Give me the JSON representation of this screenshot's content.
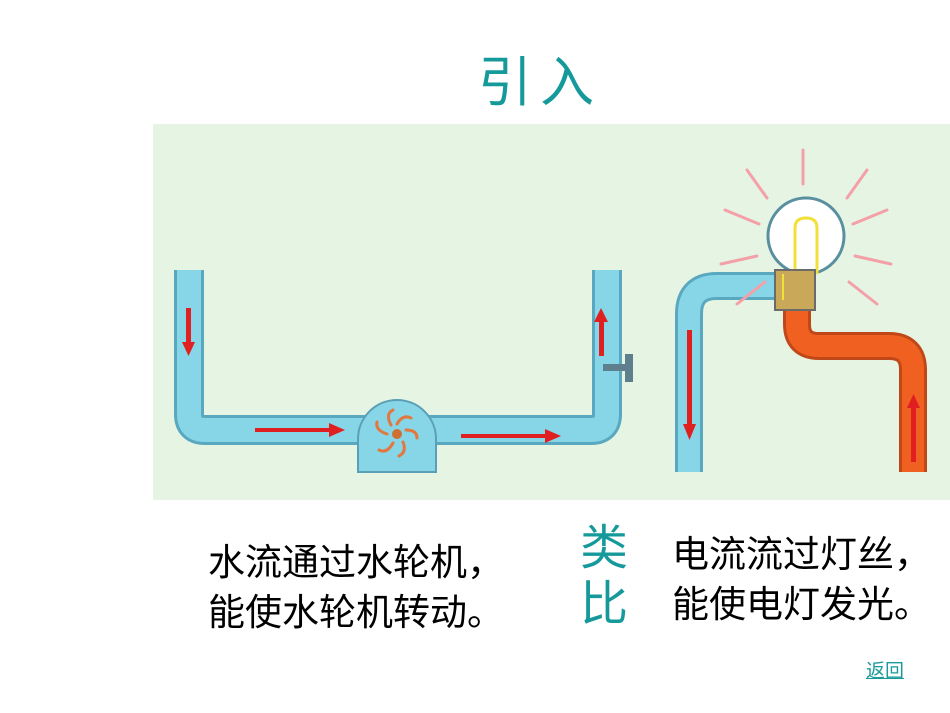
{
  "title": "引入",
  "captions": {
    "water_line1": "水流通过水轮机，",
    "water_line2": "能使水轮机转动。",
    "analogy_line1": "类",
    "analogy_line2": "比",
    "electric_line1": "电流流过灯丝，",
    "electric_line2": "能使电灯发光。"
  },
  "nav": {
    "back_label": "返回"
  },
  "colors": {
    "title": "#16999a",
    "panel_bg": "#e6f5e3",
    "water_pipe": "#7fd2e4",
    "flow_arrow": "#e02020",
    "wire_red": "#f06020",
    "bulb_glow": "#f4a0a8"
  }
}
